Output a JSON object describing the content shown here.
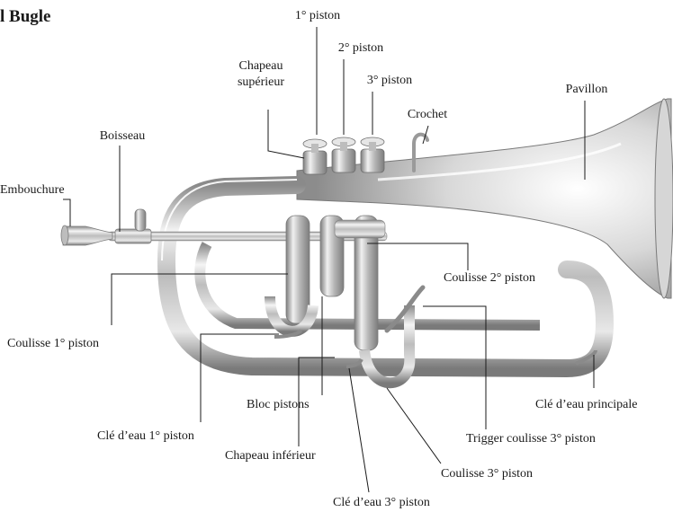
{
  "title": "l Bugle",
  "colors": {
    "metal_light": "#f2f2f2",
    "metal_mid": "#c9c9c9",
    "metal_dark": "#8a8a8a",
    "leader": "#1a1a1a"
  },
  "labels": {
    "piston1": "1° piston",
    "piston2": "2° piston",
    "piston3": "3° piston",
    "chapeau_superieur_1": "Chapeau",
    "chapeau_superieur_2": "supérieur",
    "crochet": "Crochet",
    "pavillon": "Pavillon",
    "boisseau": "Boisseau",
    "embouchure": "Embouchure",
    "coulisse2": "Coulisse 2° piston",
    "coulisse1": "Coulisse 1° piston",
    "bloc_pistons": "Bloc pistons",
    "cle_eau_principale": "Clé d’eau principale",
    "cle_eau_1": "Clé d’eau 1° piston",
    "trigger": "Trigger coulisse 3° piston",
    "chapeau_inferieur": "Chapeau inférieur",
    "coulisse3": "Coulisse 3° piston",
    "cle_eau_3": "Clé d’eau 3° piston"
  }
}
